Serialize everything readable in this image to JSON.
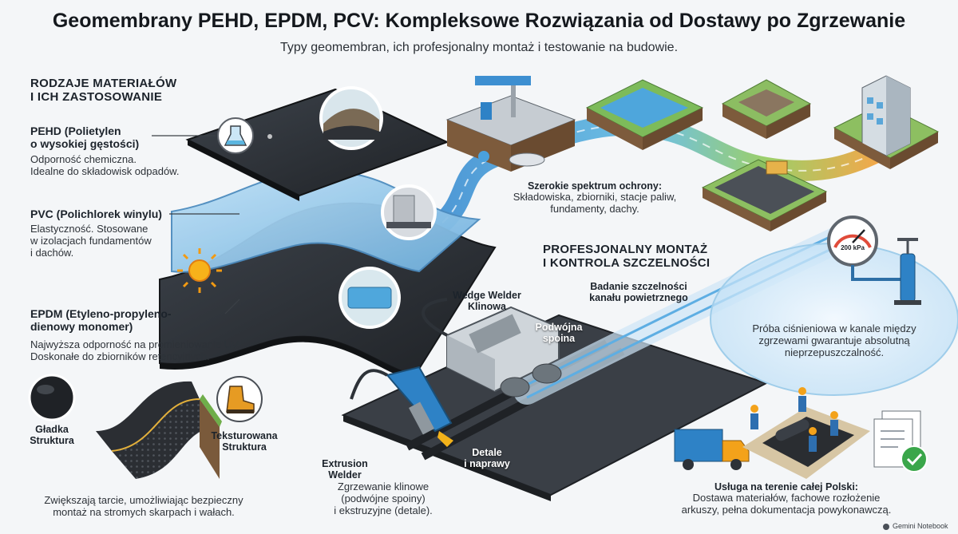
{
  "header": {
    "title": "Geomembrany PEHD, EPDM, PCV: Kompleksowe Rozwiązania od Dostawy po Zgrzewanie",
    "subtitle": "Typy geomembran, ich profesjonalny montaż i testowanie na budowie."
  },
  "materials": {
    "heading_line1": "RODZAJE MATERIAŁÓW",
    "heading_line2": "I ICH ZASTOSOWANIE",
    "pehd": {
      "name_line1": "PEHD (Polietylen",
      "name_line2": "o wysokiej gęstości)",
      "desc_line1": "Odporność chemiczna.",
      "desc_line2": "Idealne do składowisk odpadów."
    },
    "pvc": {
      "name": "PVC (Polichlorek winylu)",
      "desc_line1": "Elastyczność. Stosowane",
      "desc_line2": "w izolacjach fundamentów",
      "desc_line3": "i dachów."
    },
    "epdm": {
      "name_line1": "EPDM (Etyleno-propyleno-",
      "name_line2": "dienowy monomer)",
      "desc_line1": "Najwyższa odporność na promieniowanie UV.",
      "desc_line2": "Doskonałe do zbiorników retencyjnych."
    }
  },
  "structure": {
    "smooth_line1": "Gładka",
    "smooth_line2": "Struktura",
    "textured_line1": "Teksturowana",
    "textured_line2": "Struktura",
    "desc_line1": "Zwiększają tarcie, umożliwiając bezpieczny",
    "desc_line2": "montaż na stromych skarpach i wałach."
  },
  "applications": {
    "title": "Szerokie spektrum ochrony:",
    "desc_line1": "Składowiska, zbiorniki, stacje paliw,",
    "desc_line2": "fundamenty, dachy."
  },
  "installation": {
    "heading_line1": "PROFESJONALNY MONTAŻ",
    "heading_line2": "I KONTROLA SZCZELNOŚCI",
    "wedge_line1": "Wedge Welder",
    "wedge_line2": "Klinowa",
    "double_line1": "Podwójna",
    "double_line2": "spoina",
    "test_line1": "Badanie szczelności",
    "test_line2": "kanału powietrznego",
    "pressure_line1": "Próba ciśnieniowa w kanale między",
    "pressure_line2": "zgrzewami gwarantuje absolutną",
    "pressure_line3": "nieprzepuszczalność.",
    "gauge_value": "200 kPa",
    "detail_line1": "Detale",
    "detail_line2": "i naprawy",
    "extrusion_line1": "Extrusion",
    "extrusion_line2": "Welder",
    "weld_line1": "Zgrzewanie klinowe",
    "weld_line2": "(podwójne spoiny)",
    "weld_line3": "i ekstruzyjne (detale)."
  },
  "service": {
    "title": "Usługa na terenie całej Polski:",
    "desc_line1": "Dostawa materiałów, fachowe rozłożenie",
    "desc_line2": "arkuszy, pełna dokumentacja powykonawczą."
  },
  "footer": {
    "badge": "Gemini Notebook"
  },
  "colors": {
    "pehd": "#2b2e33",
    "pvc": "#8ec6ec",
    "epdm": "#26282c",
    "flow_blue": "#3f9bd8",
    "flow_green": "#7cc35a",
    "flow_orange": "#f39a2b",
    "truck": "#f3a21a",
    "check": "#3aa64a"
  }
}
